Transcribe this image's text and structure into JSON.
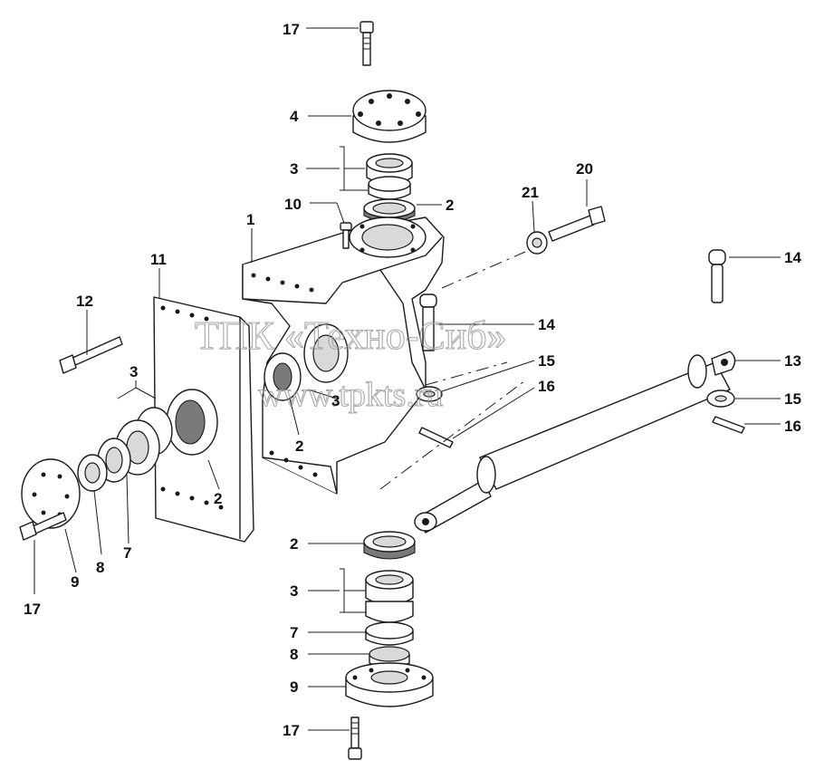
{
  "watermark": {
    "line1": "ТПК «Техно-Сиб»",
    "line2": "www.tpkts.ru"
  },
  "callouts": {
    "c17_top": "17",
    "c4": "4",
    "c3_top": "3",
    "c10": "10",
    "c2_top": "2",
    "c1": "1",
    "c21": "21",
    "c20": "20",
    "c14_right": "14",
    "c11": "11",
    "c12": "12",
    "c14_mid": "14",
    "c15_mid": "15",
    "c16_mid": "16",
    "c3_left": "3",
    "c13": "13",
    "c15_right": "15",
    "c16_right": "16",
    "c3_center": "3",
    "c2_center": "2",
    "c2_left": "2",
    "c7_left": "7",
    "c8_left": "8",
    "c9_left": "9",
    "c17_left": "17",
    "c2_bottom": "2",
    "c3_bottom": "3",
    "c7_bottom": "7",
    "c8_bottom": "8",
    "c9_bottom": "9",
    "c17_bottom": "17"
  }
}
